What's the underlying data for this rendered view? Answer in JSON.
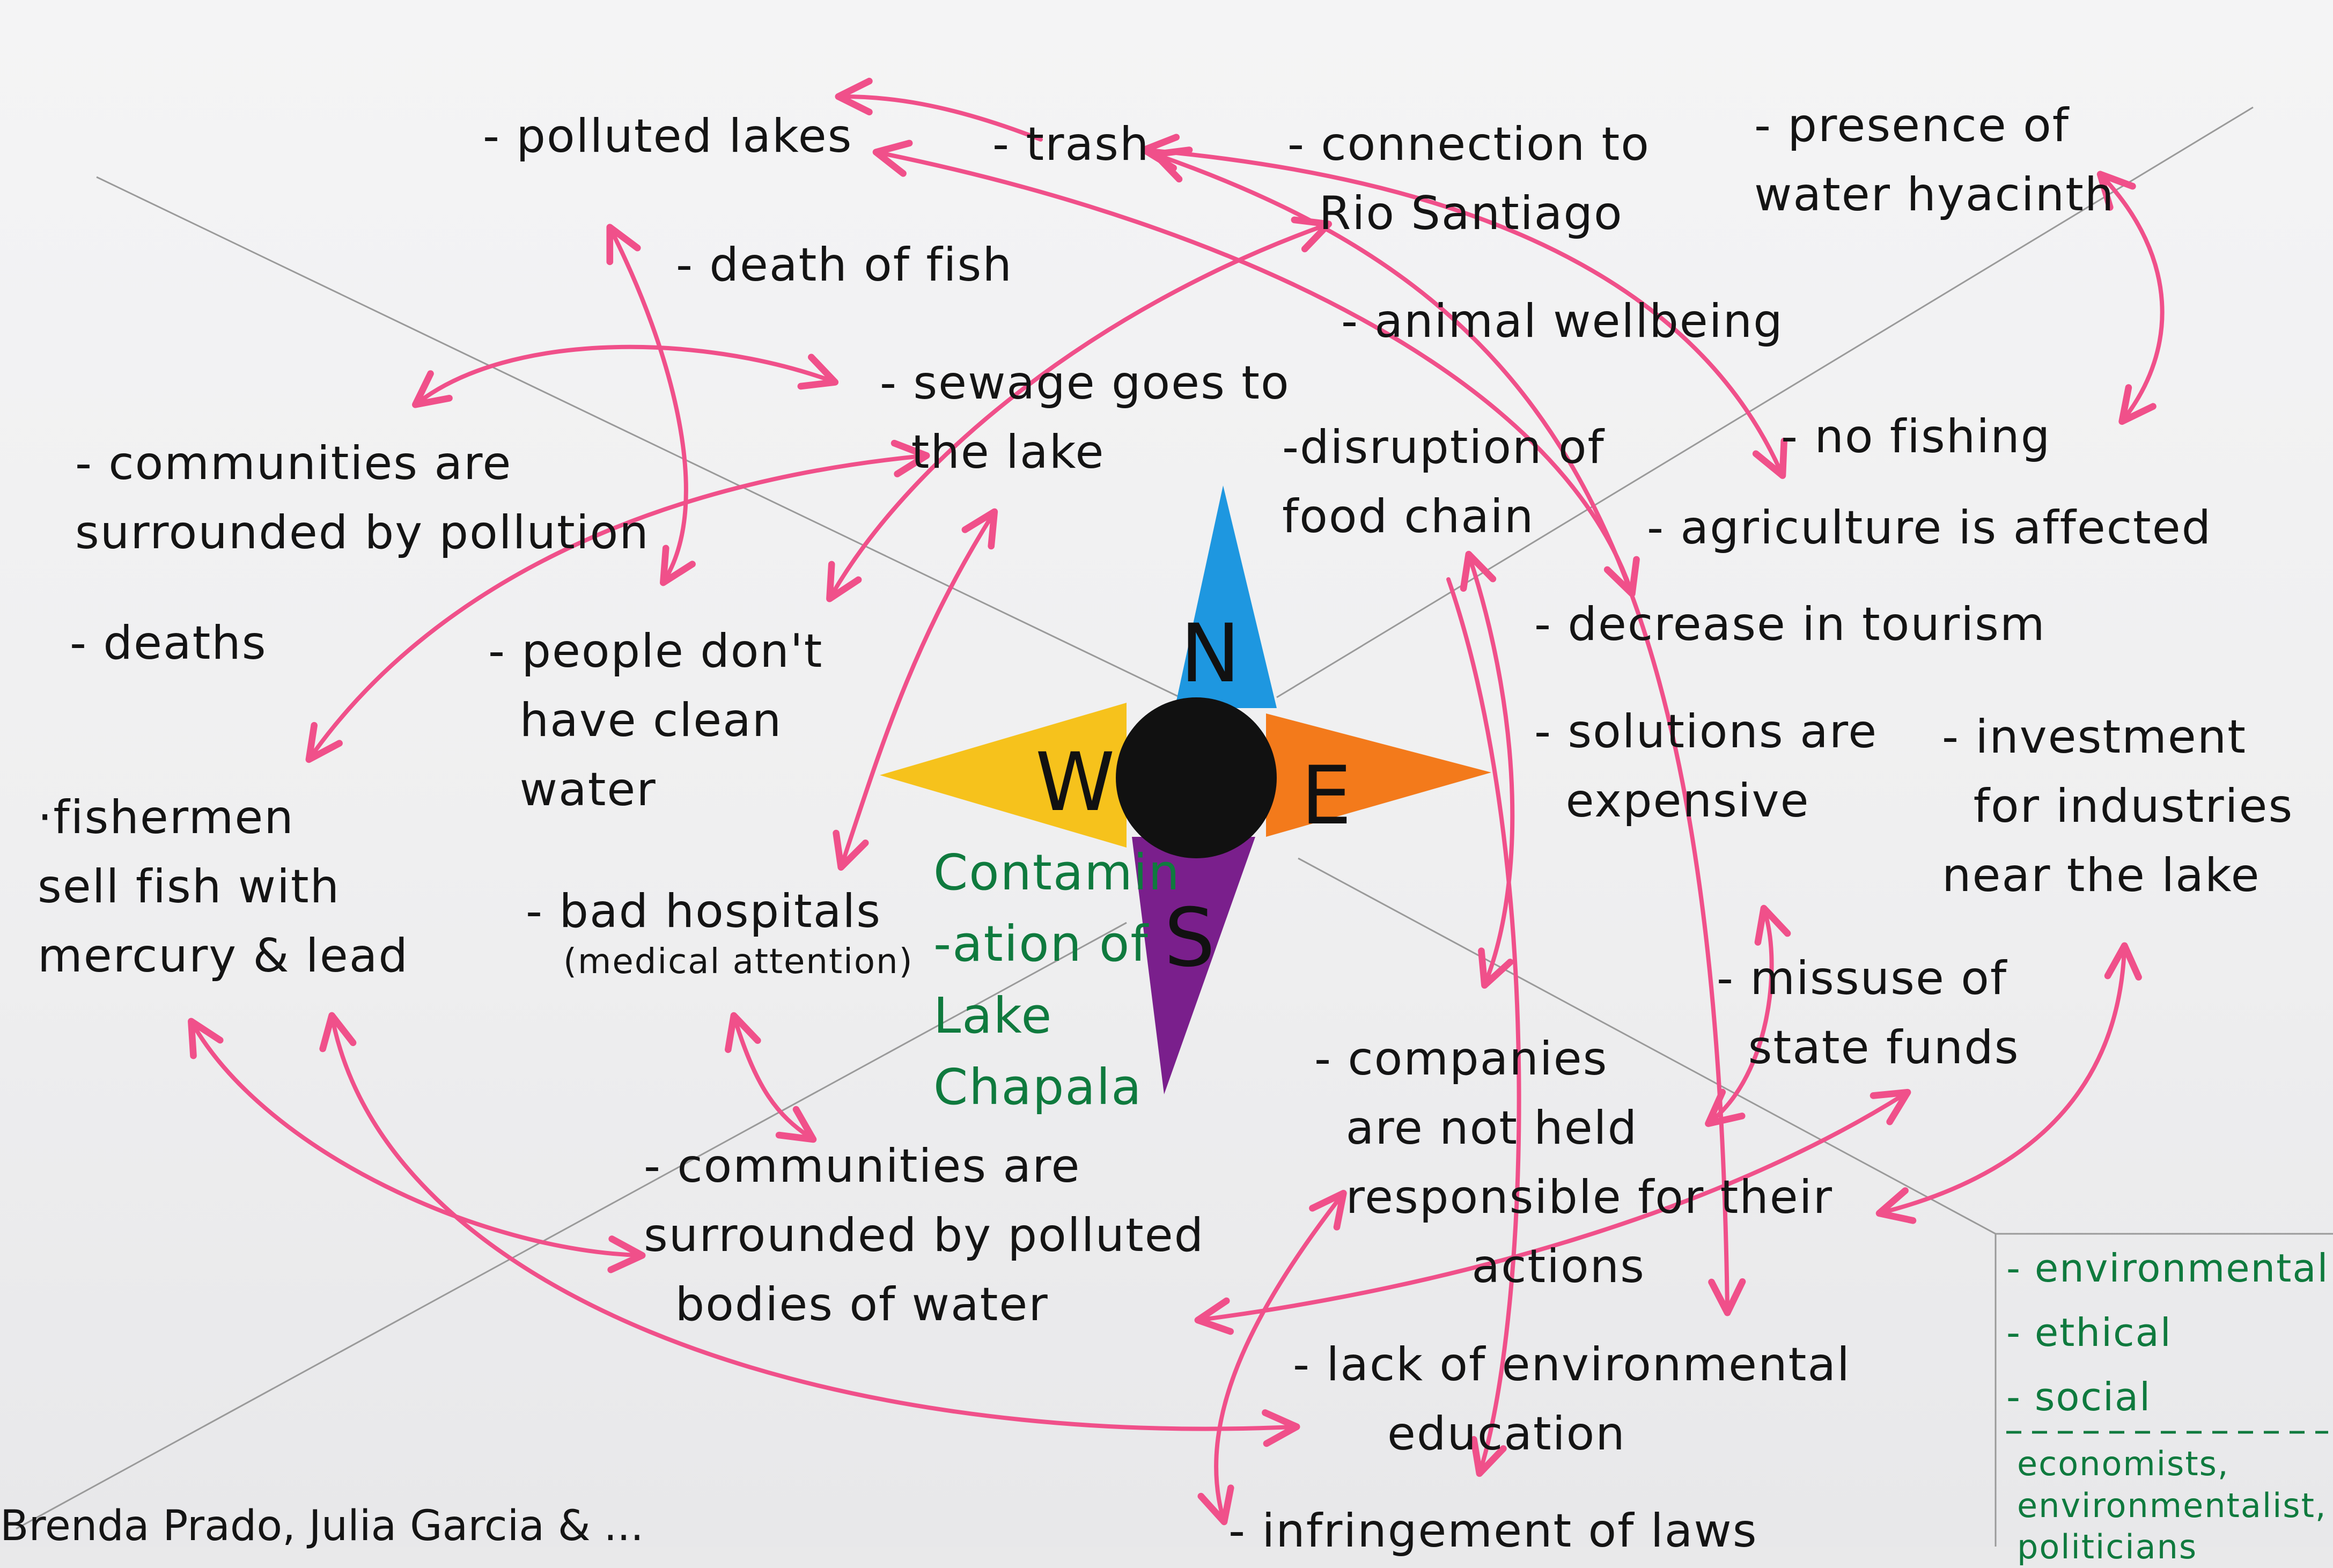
{
  "title": "Contamin\n-ation of\nLake\nChapala",
  "compass": {
    "north": "N",
    "south": "S",
    "east": "E",
    "west": "W",
    "colors": {
      "north": "#1e97e0",
      "east": "#f37a1b",
      "south": "#7a1f8c",
      "west": "#f6c21c",
      "center": "#111111"
    }
  },
  "nodes": [
    {
      "id": "polluted-lakes",
      "text": "- polluted lakes"
    },
    {
      "id": "trash",
      "text": "- trash"
    },
    {
      "id": "connection-rio-santiago",
      "text": "- connection to\n  Rio Santiago"
    },
    {
      "id": "water-hyacinth",
      "text": "- presence of\nwater hyacinth"
    },
    {
      "id": "death-of-fish",
      "text": "- death of fish"
    },
    {
      "id": "animal-wellbeing",
      "text": "- animal wellbeing"
    },
    {
      "id": "sewage-lake",
      "text": "- sewage goes to\n  the lake"
    },
    {
      "id": "communities-pollution",
      "text": "- communities are\nsurrounded by pollution"
    },
    {
      "id": "disruption-food-chain",
      "text": "-disruption of\nfood chain"
    },
    {
      "id": "no-fishing",
      "text": "- no fishing"
    },
    {
      "id": "agriculture-affected",
      "text": "- agriculture is affected"
    },
    {
      "id": "deaths",
      "text": "- deaths"
    },
    {
      "id": "people-clean-water",
      "text": "- people don't\n  have clean\n  water"
    },
    {
      "id": "decrease-tourism",
      "text": "- decrease in tourism"
    },
    {
      "id": "solutions-expensive",
      "text": "- solutions are\n  expensive"
    },
    {
      "id": "investment-industries",
      "text": "- investment\n  for industries\nnear the lake"
    },
    {
      "id": "fishermen-mercury",
      "text": "·fishermen\nsell fish with\nmercury & lead"
    },
    {
      "id": "bad-hospitals",
      "text": "- bad hospitals"
    },
    {
      "id": "bad-hospitals-sub",
      "text": "(medical attention)"
    },
    {
      "id": "misuse-funds",
      "text": "- missuse of\n  state funds"
    },
    {
      "id": "companies-responsible",
      "text": "- companies\n  are not held\n  responsible for their\n          actions"
    },
    {
      "id": "communities-water",
      "text": "- communities are\nsurrounded by polluted\n  bodies of water"
    },
    {
      "id": "lack-education",
      "text": "- lack of environmental\n      education"
    },
    {
      "id": "infringement-laws",
      "text": "- infringement of laws"
    }
  ],
  "legend": {
    "items": [
      "- environmental",
      "- ethical",
      "- social"
    ],
    "footer": "economists,\nenvironmentalist,\npoliticians"
  },
  "authors": "Brenda Prado, Julia Garcia & ..."
}
